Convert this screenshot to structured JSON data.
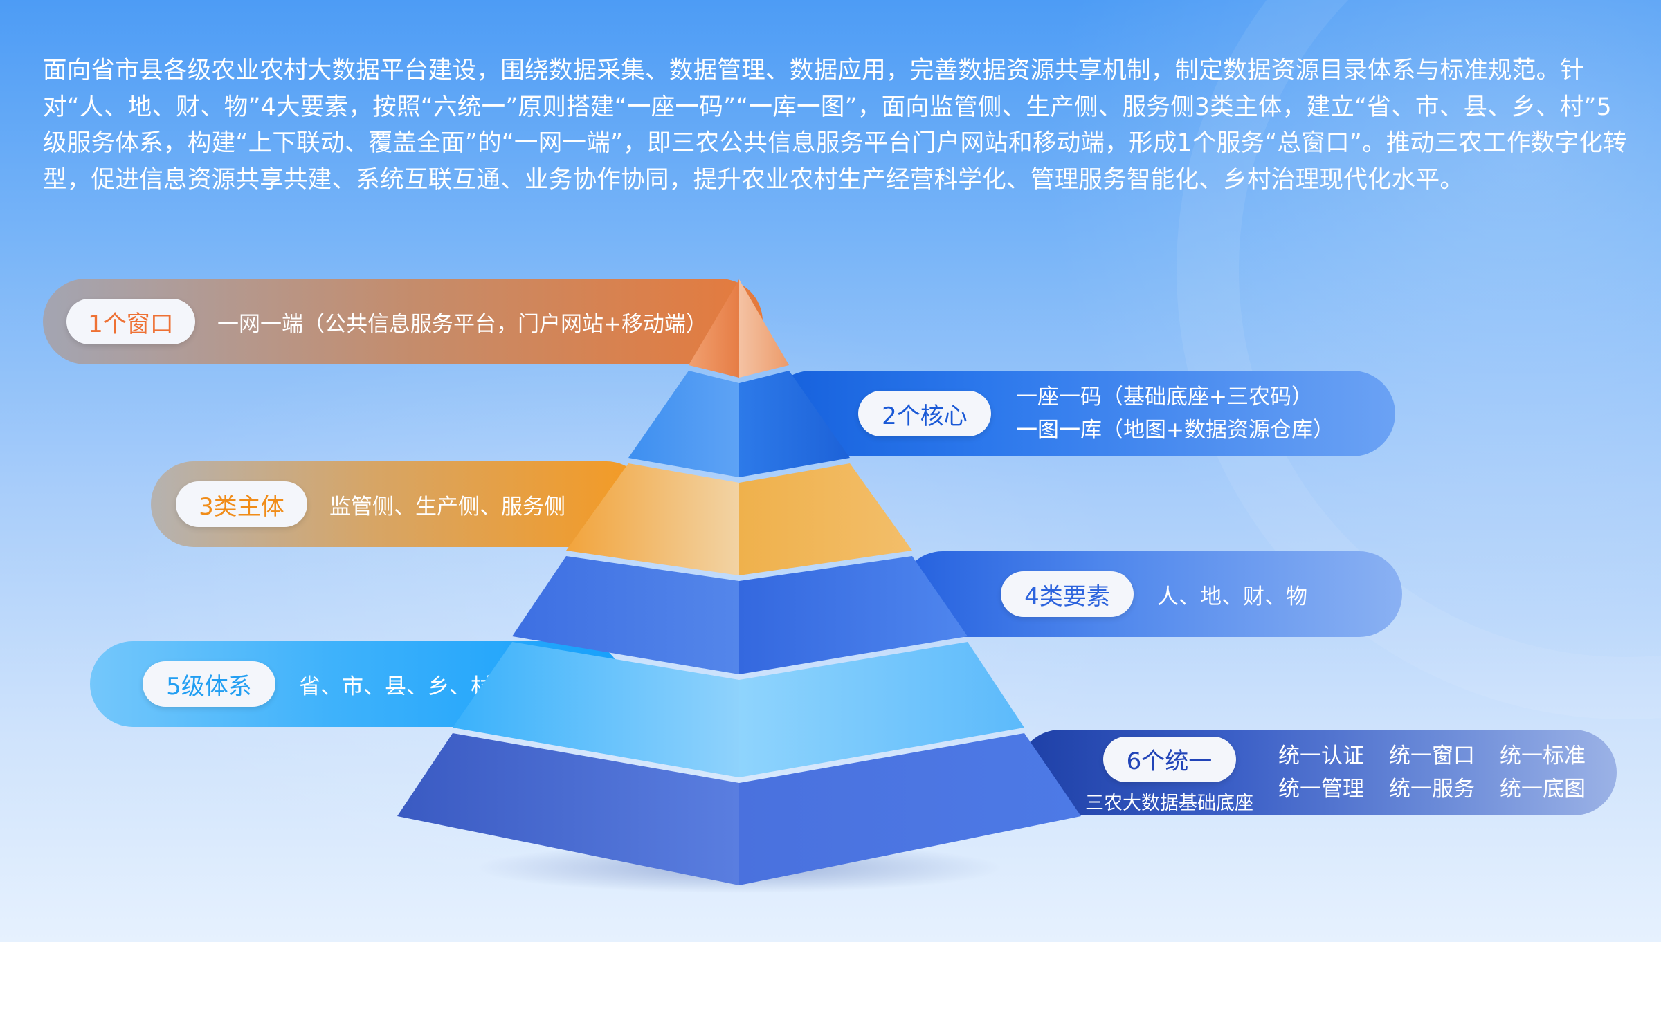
{
  "intro": "面向省市县各级农业农村大数据平台建设，围绕数据采集、数据管理、数据应用，完善数据资源共享机制，制定数据资源目录体系与标准规范。针对“人、地、财、物”4大要素，按照“六统一”原则搭建“一座一码”“一库一图”，面向监管侧、生产侧、服务侧3类主体，建立“省、市、县、乡、村”5级服务体系，构建“上下联动、覆盖全面”的“一网一端”，即三农公共信息服务平台门户网站和移动端，形成1个服务“总窗口”。推动三农工作数字化转型，促进信息资源共享共建、系统互联互通、业务协作协同，提升农业农村生产经营科学化、管理服务智能化、乡村治理现代化水平。",
  "tiers": {
    "t1": {
      "label": "1个窗口",
      "desc": "一网一端（公共信息服务平台，门户网站+移动端）"
    },
    "t2": {
      "label": "2个核心",
      "line1": "一座一码（基础底座+三农码）",
      "line2": "一图一库（地图+数据资源仓库）"
    },
    "t3": {
      "label": "3类主体",
      "desc": "监管侧、生产侧、服务侧"
    },
    "t4": {
      "label": "4类要素",
      "desc": "人、地、财、物"
    },
    "t5": {
      "label": "5级体系",
      "desc": "省、市、县、乡、村"
    },
    "t6": {
      "label": "6个统一",
      "sub": "三农大数据基础底座",
      "items": [
        "统一认证",
        "统一窗口",
        "统一标准",
        "统一管理",
        "统一服务",
        "统一底图"
      ]
    }
  },
  "colors": {
    "window_orange": "#ee7134",
    "core_blue": "#1a59d6",
    "subject_orange": "#f08c19",
    "element_blue": "#2c63dd",
    "level_cyan": "#229ef2",
    "unify_navy": "#2144b8"
  }
}
